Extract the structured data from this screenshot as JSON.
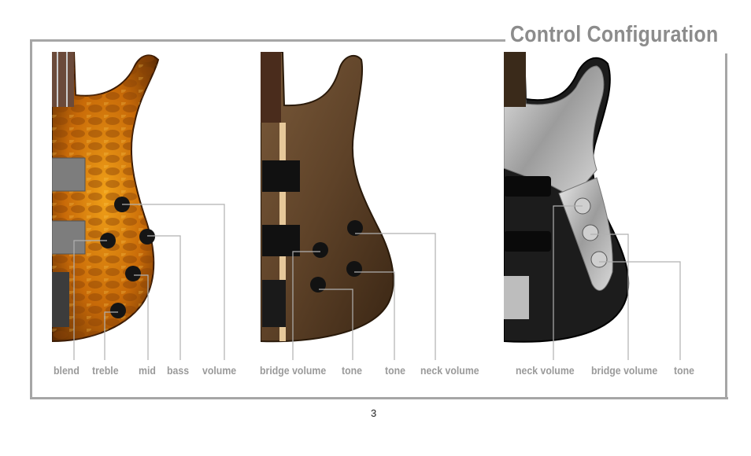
{
  "page": {
    "title": "Control Configuration",
    "page_number": "3"
  },
  "guitars": [
    {
      "finish": "amber quilted maple",
      "labels": [
        "blend",
        "treble",
        "mid",
        "bass",
        "volume"
      ]
    },
    {
      "finish": "natural walnut",
      "labels": [
        "bridge volume",
        "tone",
        "tone",
        "neck volume"
      ]
    },
    {
      "finish": "black with chrome pickguard",
      "labels": [
        "neck volume",
        "bridge volume",
        "tone"
      ]
    }
  ],
  "colors": {
    "frame": "#a6a6a6",
    "title": "#8c8c8c",
    "label": "#9a9a9a",
    "leader": "#b0b0b0"
  }
}
